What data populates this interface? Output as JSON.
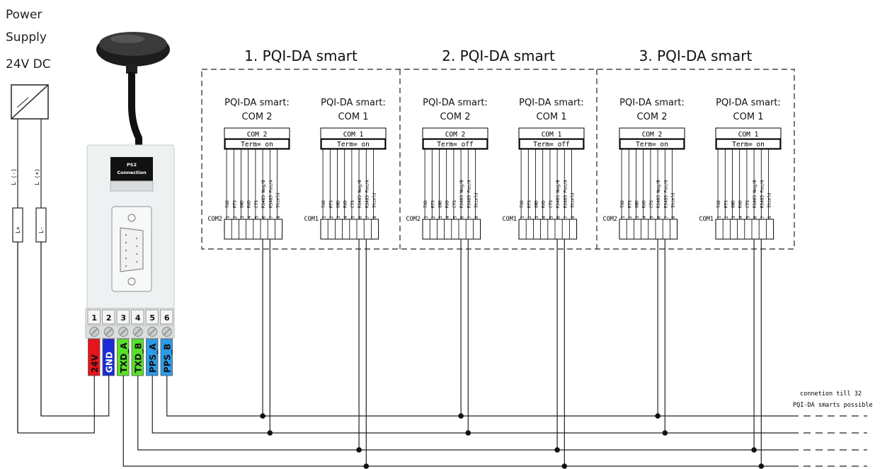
{
  "power_supply": {
    "line1": "Power",
    "line2": "Supply",
    "line3": "24V DC",
    "lead_neg": "L (-)",
    "lead_pos": "L (+)",
    "fuse_pos": "L+",
    "fuse_neg": "L-"
  },
  "module": {
    "ps2_label_1": "PS2",
    "ps2_label_2": "Connection",
    "terminal_numbers": [
      "1",
      "2",
      "3",
      "4",
      "5",
      "6"
    ],
    "terminal_labels": [
      "24V",
      "GND",
      "TXD_A",
      "TXD_B",
      "PPS_A",
      "PPS_B"
    ],
    "terminal_colors": [
      "#e8141b",
      "#1b2bd6",
      "#59e02b",
      "#59e02b",
      "#2c9be8",
      "#2c9be8"
    ]
  },
  "devices": [
    {
      "title": "1. PQI-DA smart",
      "ports": [
        {
          "heading_1": "PQI-DA smart:",
          "heading_2": "COM 2",
          "box_name": "COM 2",
          "term": "Term= on",
          "side_label": "COM2"
        },
        {
          "heading_1": "PQI-DA smart:",
          "heading_2": "COM 1",
          "box_name": "COM 1",
          "term": "Term= on",
          "side_label": "COM1"
        }
      ]
    },
    {
      "title": "2. PQI-DA smart",
      "ports": [
        {
          "heading_1": "PQI-DA smart:",
          "heading_2": "COM 2",
          "box_name": "COM 2",
          "term": "Term= off",
          "side_label": "COM2"
        },
        {
          "heading_1": "PQI-DA smart:",
          "heading_2": "COM 1",
          "box_name": "COM 1",
          "term": "Term= off",
          "side_label": "COM1"
        }
      ]
    },
    {
      "title": "3. PQI-DA smart",
      "ports": [
        {
          "heading_1": "PQI-DA smart:",
          "heading_2": "COM 2",
          "box_name": "COM 2",
          "term": "Term= on",
          "side_label": "COM2"
        },
        {
          "heading_1": "PQI-DA smart:",
          "heading_2": "COM 1",
          "box_name": "COM 1",
          "term": "Term= on",
          "side_label": "COM1"
        }
      ]
    }
  ],
  "pin_names": [
    "TXD",
    "RTS",
    "GND",
    "RXD",
    "CTS",
    "RS485 Neg/B",
    "RS485 Pos/A",
    "Shield"
  ],
  "pin_numbers": [
    "1",
    "2",
    "3",
    "4",
    "5",
    "6",
    "7",
    "8"
  ],
  "note": {
    "line1": "connetion till 32",
    "line2": "PQI-DA smarts possible"
  }
}
